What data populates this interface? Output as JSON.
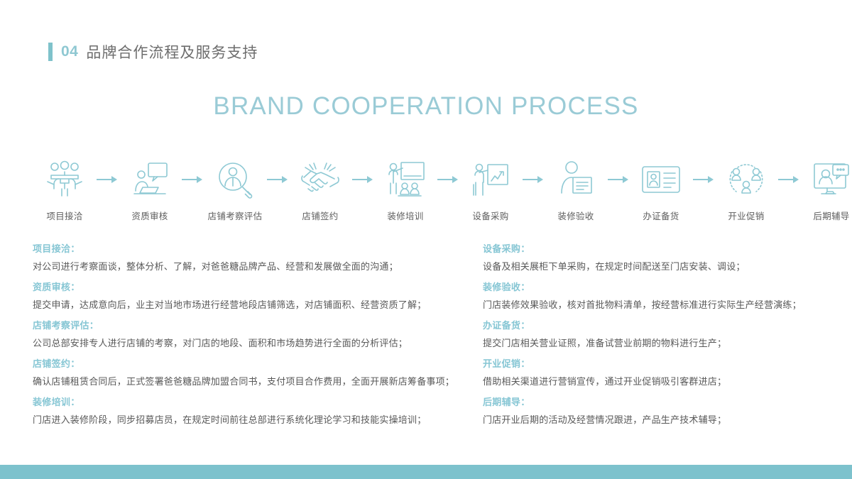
{
  "header": {
    "number": "04",
    "title": "品牌合作流程及服务支持",
    "accent_color": "#7fc2cb"
  },
  "main_title": "BRAND COOPERATION PROCESS",
  "process": {
    "arrow_icon": "arrow-right-icon",
    "steps": [
      {
        "label": "项目接洽",
        "icon": "meeting-people-icon"
      },
      {
        "label": "资质审核",
        "icon": "person-laptop-chat-icon"
      },
      {
        "label": "店铺考察评估",
        "icon": "person-magnifier-icon"
      },
      {
        "label": "店铺签约",
        "icon": "handshake-icon"
      },
      {
        "label": "装修培训",
        "icon": "presenter-board-icon"
      },
      {
        "label": "设备采购",
        "icon": "presenter-chart-icon"
      },
      {
        "label": "装修验收",
        "icon": "person-document-icon"
      },
      {
        "label": "办证备货",
        "icon": "id-card-icon"
      },
      {
        "label": "开业促销",
        "icon": "people-network-icon"
      },
      {
        "label": "后期辅导",
        "icon": "monitor-chat-icon"
      }
    ]
  },
  "details": {
    "left": [
      {
        "title": "项目接洽：",
        "text": "对公司进行考察面谈，整体分析、了解，对爸爸糖品牌产品、经营和发展做全面的沟通；"
      },
      {
        "title": "资质审核：",
        "text": "提交申请，达成意向后，业主对当地市场进行经营地段店铺筛选，对店铺面积、经营资质了解；"
      },
      {
        "title": "店铺考察评估：",
        "text": "公司总部安排专人进行店铺的考察，对门店的地段、面积和市场趋势进行全面的分析评估；"
      },
      {
        "title": "店铺签约：",
        "text": "确认店铺租赁合同后，正式签署爸爸糖品牌加盟合同书，支付项目合作费用，全面开展新店筹备事项；"
      },
      {
        "title": "装修培训：",
        "text": "门店进入装修阶段，同步招募店员，在规定时间前往总部进行系统化理论学习和技能实操培训；"
      }
    ],
    "right": [
      {
        "title": "设备采购：",
        "text": "设备及相关展柜下单采购，在规定时间配送至门店安装、调设；"
      },
      {
        "title": "装修验收：",
        "text": "门店装修效果验收，核对首批物料清单，按经营标准进行实际生产经营演练；"
      },
      {
        "title": "办证备货：",
        "text": "提交门店相关营业证照，准备试营业前期的物料进行生产；"
      },
      {
        "title": "开业促销：",
        "text": "借助相关渠道进行营销宣传，通过开业促销吸引客群进店；"
      },
      {
        "title": "后期辅导：",
        "text": "门店开业后期的活动及经营情况跟进，产品生产技术辅导；"
      }
    ]
  },
  "colors": {
    "teal": "#7dc2cd",
    "teal_light": "#9acbd6",
    "icon_stroke": "#8ec9d4",
    "body_text": "#585858",
    "bottom_bar": "#7dc2cd"
  }
}
